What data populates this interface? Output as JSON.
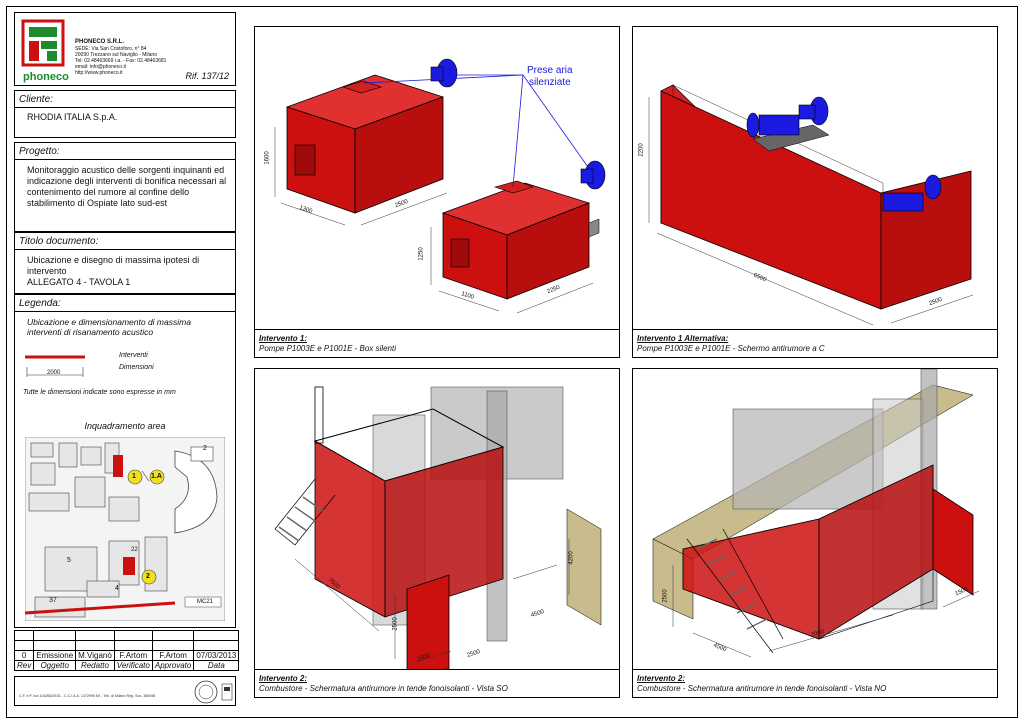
{
  "company": {
    "name": "PHONECO S.R.L.",
    "logo_text": "phoneco",
    "address_lines": [
      "SEDE: Via San Cristoforo, n° 84",
      "20090 Trezzano sul Naviglio - Milano",
      "Tel: 02.48463669 r.a. - Fax: 02.48463681",
      "email: info@phoneco.it",
      "http://www.phoneco.it"
    ],
    "ref": "Rif. 137/12"
  },
  "client": {
    "heading": "Cliente:",
    "value": "RHODIA ITALIA S.p.A."
  },
  "project": {
    "heading": "Progetto:",
    "lines": [
      "Monitoraggio acustico delle sorgenti inquinanti ed",
      "indicazione degli interventi di bonifica necessari al",
      "contenimento del rumore al confine dello",
      "stabilimento di Ospiate lato sud-est"
    ]
  },
  "doc_title": {
    "heading": "Titolo documento:",
    "lines": [
      "Ubicazione e disegno di massima ipotesi di",
      "intervento",
      "ALLEGATO 4 - TAVOLA 1"
    ]
  },
  "legend": {
    "heading": "Legenda:",
    "desc_lines": [
      "Ubicazione e dimensionamento di massima",
      "interventi di risanamento acustico"
    ],
    "item_interventi": "Interventi",
    "item_dimensioni": "Dimensioni",
    "dim_sample": "2000",
    "note": "Tutte le dimensioni indicate sono espresse in mm",
    "area_title": "Inquadramento area",
    "map_labels": [
      "1",
      "1.A",
      "2",
      "2",
      "5",
      "4",
      "37",
      "MC21",
      "22"
    ]
  },
  "revision": {
    "row": [
      "0",
      "Emissione",
      "M.Viganò",
      "F.Artom",
      "F.Artom",
      "07/03/2013"
    ],
    "headers": [
      "Rev",
      "Oggetto",
      "Redatto",
      "Verificato",
      "Approvato",
      "Data"
    ]
  },
  "footer": {
    "text": "C.F. e P. Iva 11526620151 - C.C.I.A.A. 1472990 MI - Trib. di Milano Reg. Soc. 356498"
  },
  "panels": [
    {
      "caption_title": "Intervento 1:",
      "caption_text": "Pompe P1003E e P1001E - Box silenti",
      "annotation": [
        "Prese aria",
        "silenziate"
      ],
      "dims": [
        "1600",
        "1300",
        "2500",
        "1100",
        "1250",
        "2250"
      ]
    },
    {
      "caption_title": "Intervento 1 Alternativa:",
      "caption_text": "Pompe P1003E e P1001E - Schermo antirumore a C",
      "dims": [
        "2200",
        "6500",
        "2500"
      ]
    },
    {
      "caption_title": "Intervento 2:",
      "caption_text": "Combustore - Schermatura antirumore in tende fonoisolanti - Vista SO",
      "dims": [
        "7500",
        "4200",
        "4500",
        "2500",
        "2500",
        "1500"
      ]
    },
    {
      "caption_title": "Intervento 2:",
      "caption_text": "Combustore - Schermatura antirumore in tende fonoisolanti - Vista NO",
      "dims": [
        "2500",
        "7000",
        "4500",
        "1500"
      ]
    }
  ],
  "colors": {
    "red": "#cc1010",
    "blue": "#1a1ae0",
    "grey": "#b4b4b4",
    "khaki": "#c8bc8c",
    "logo_green": "#1e8a2e",
    "logo_red": "#cc1010"
  }
}
